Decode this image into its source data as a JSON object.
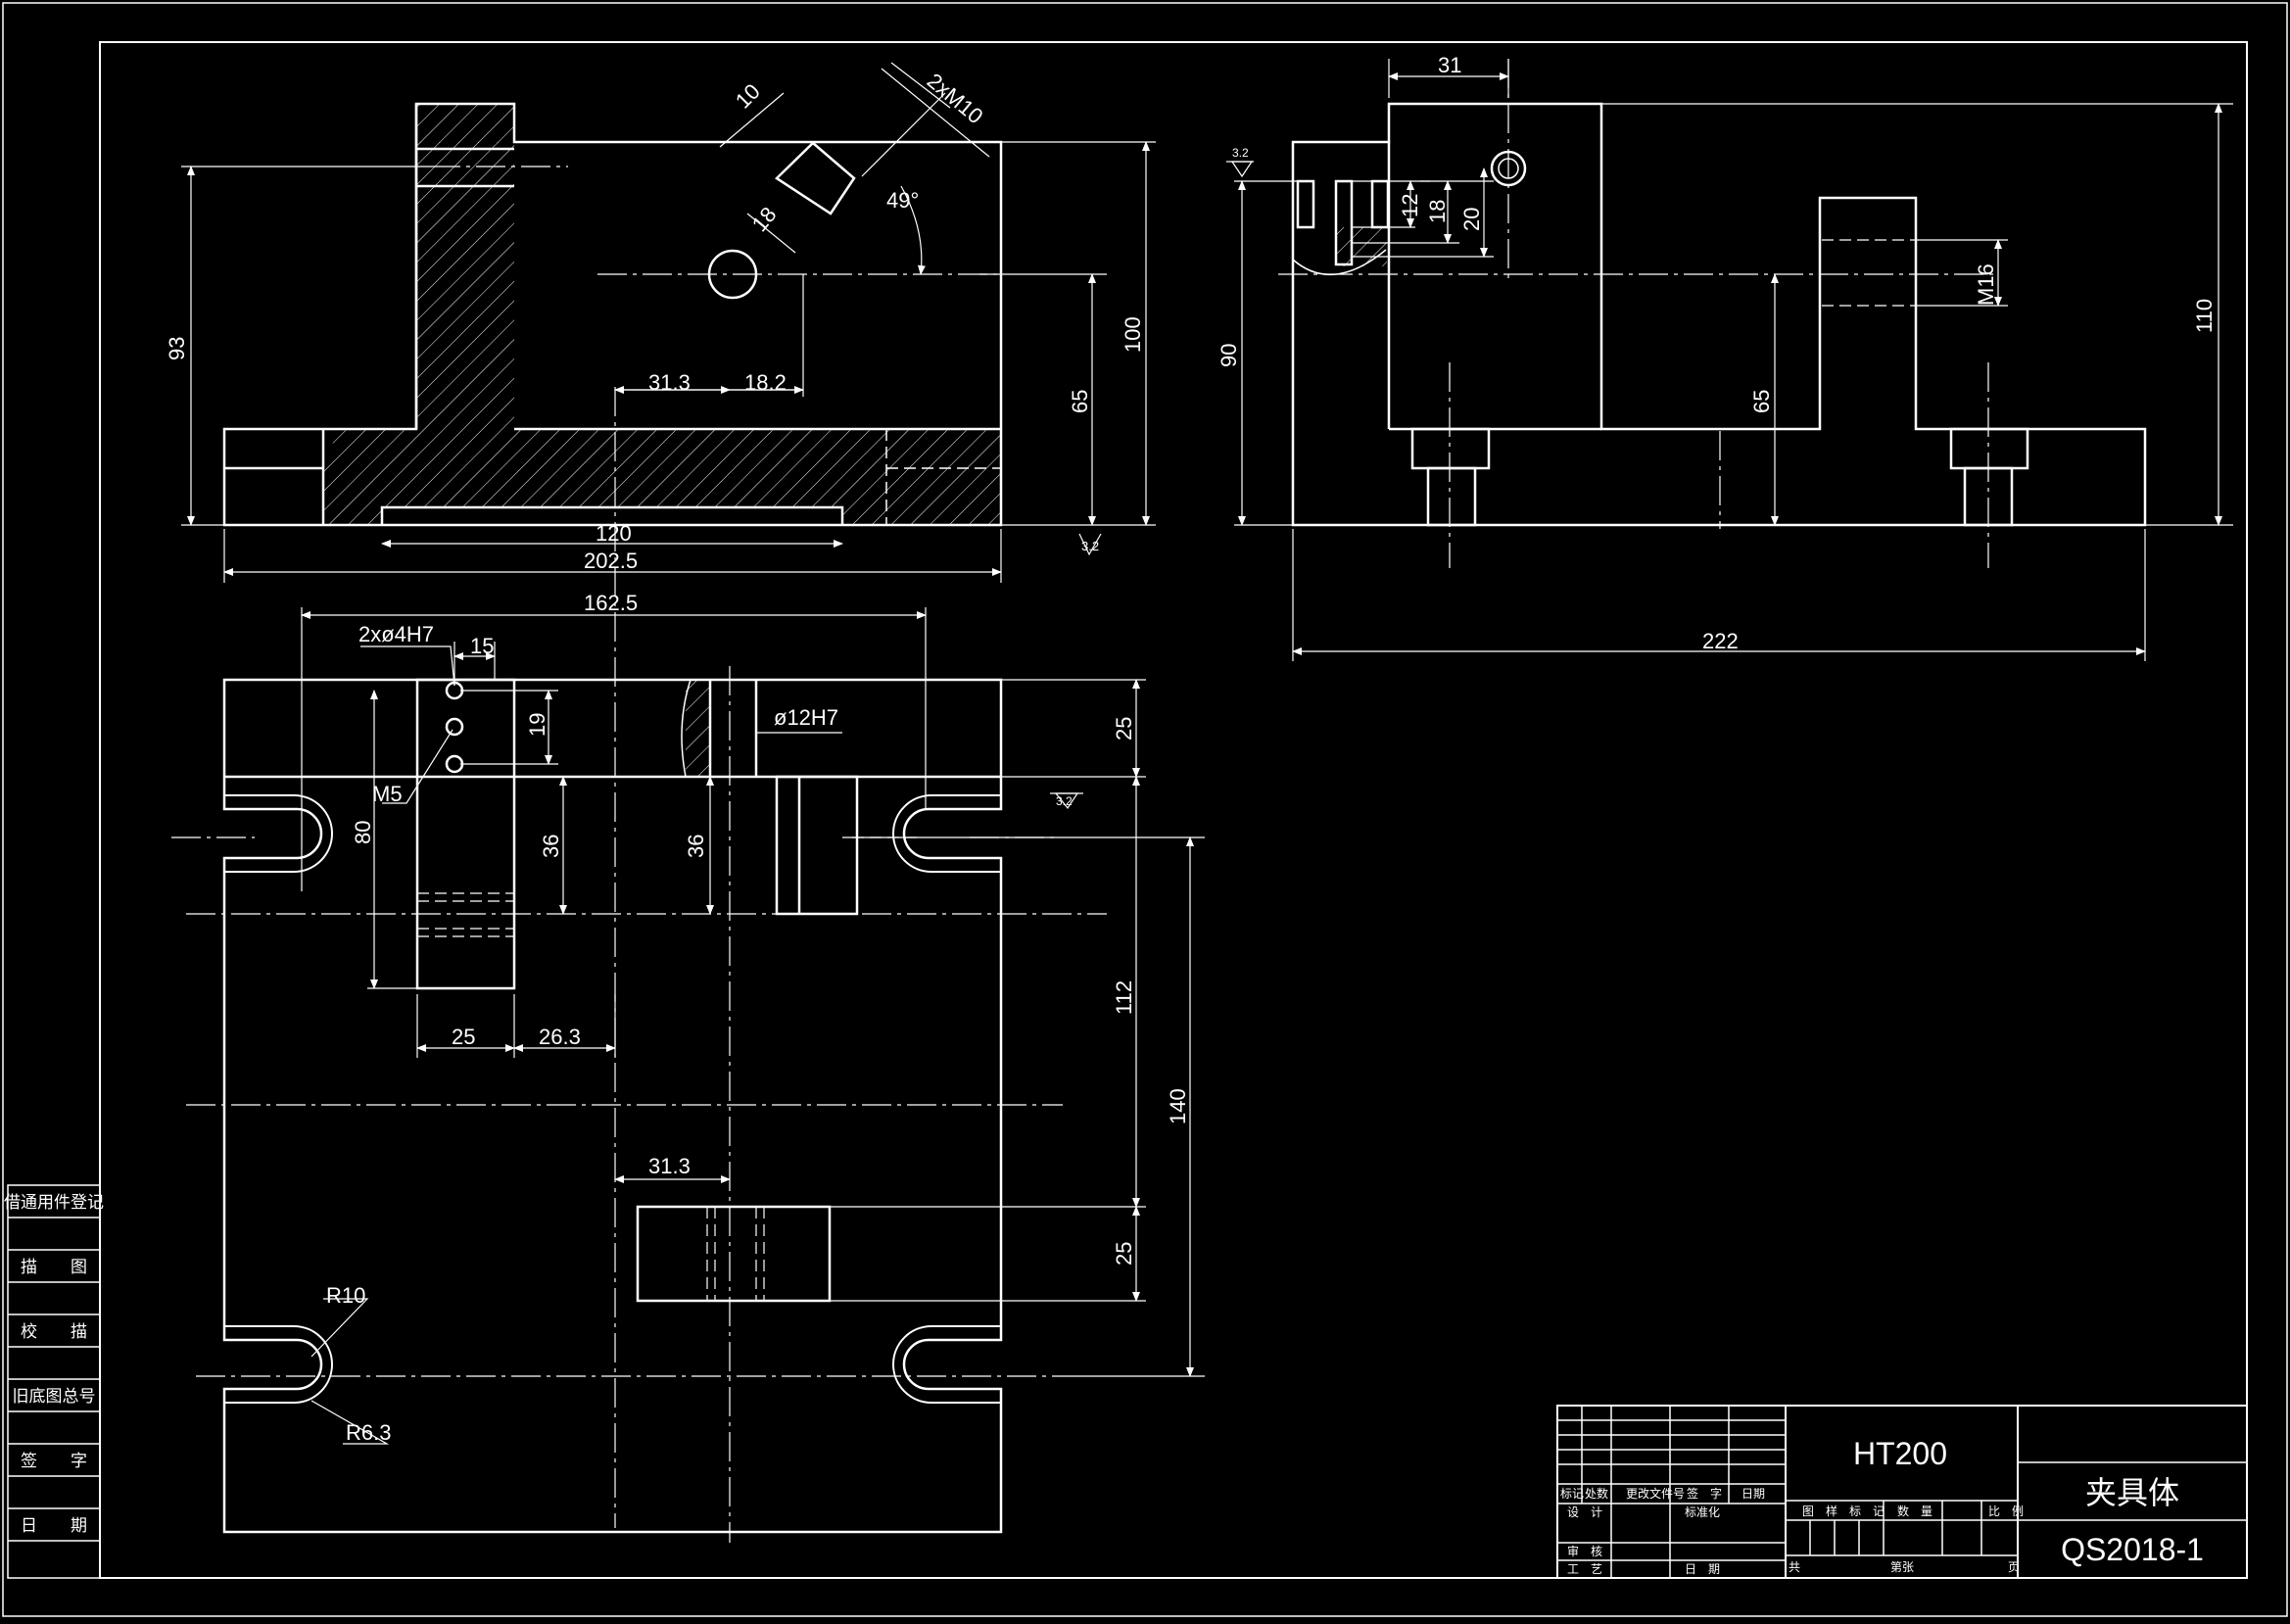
{
  "drawing": {
    "colors": {
      "background": "#000000",
      "line": "#ffffff",
      "thin": "#d8d8d8"
    },
    "front_view": {
      "dims": {
        "d10": "10",
        "d2xM10": "2xM10",
        "d49": "49°",
        "d18a": "18",
        "d93": "93",
        "d100": "100",
        "d65": "65",
        "d31_3": "31.3",
        "d18_2": "18.2",
        "d120": "120",
        "d202_5": "202.5",
        "rough": "3.2"
      }
    },
    "side_view": {
      "dims": {
        "d31": "31",
        "d12": "12",
        "d18": "18",
        "d20": "20",
        "dM16": "M16",
        "d90": "90",
        "d65": "65",
        "d110": "110",
        "d222": "222",
        "rough": "3.2"
      }
    },
    "top_view": {
      "dims": {
        "d162_5": "162.5",
        "d2x4H7": "2xø4H7",
        "d15": "15",
        "d19": "19",
        "d12H7": "ø12H7",
        "dM5": "M5",
        "d80": "80",
        "d36a": "36",
        "d36b": "36",
        "d25top": "25",
        "d112": "112",
        "d140": "140",
        "d25b": "25",
        "d26_3": "26.3",
        "d31_3": "31.3",
        "d25bot": "25",
        "dR10": "R10",
        "dR6_3": "R6.3",
        "rough": "3.2"
      }
    },
    "left_strip": [
      "借通用件登记",
      "描　　图",
      "校　　描",
      "旧底图总号",
      "签　　字",
      "日　　期"
    ],
    "title_block": {
      "material": "HT200",
      "part_name": "夹具体",
      "drawing_no": "QS2018-1",
      "rev_headers": [
        "标记",
        "处数",
        "更改文件号",
        "签　字",
        "日期"
      ],
      "row_design": "设　计",
      "row_standard": "标准化",
      "row_review": "审　核",
      "row_process": "工　艺",
      "row_date": "日　期",
      "stage_headers": [
        "图　样　标　记",
        "数　量",
        "比　例"
      ],
      "sheet_total": "共",
      "sheet_no": "第张",
      "sheet_unit": "页"
    }
  }
}
